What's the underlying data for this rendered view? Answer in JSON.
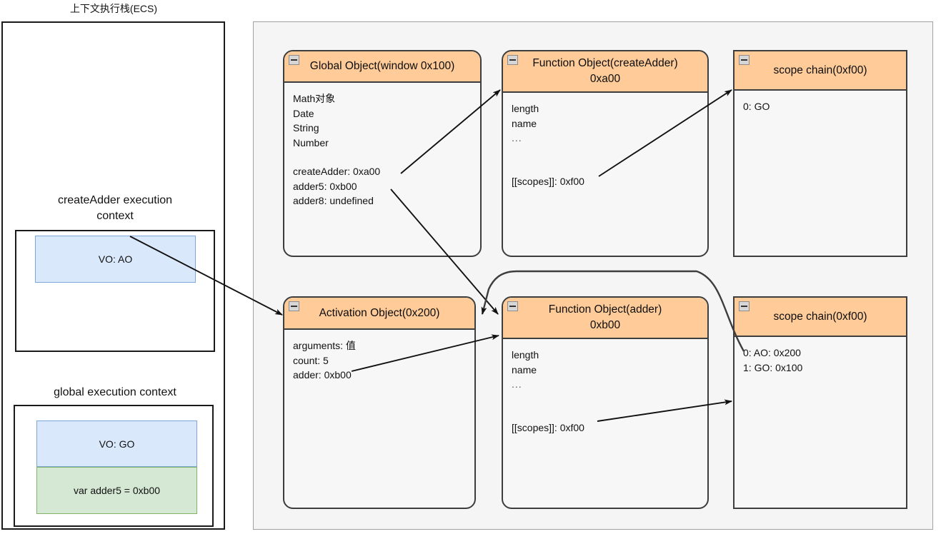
{
  "diagram": {
    "title": "上下文执行栈(ECS)",
    "accent_header_color": "#ffcc99",
    "panel_background": "#f5f5f5",
    "vo_blue_color": "#dae8fc",
    "vo_green_color": "#d5e8d4"
  },
  "ecs": {
    "title": "上下文执行栈(ECS)",
    "contexts": [
      {
        "label": "createAdder execution\ncontext",
        "label_line1": "createAdder execution",
        "label_line2": "context",
        "slots": [
          {
            "text": "VO: AO",
            "color": "#dae8fc"
          }
        ]
      },
      {
        "label": "global execution context",
        "slots": [
          {
            "text": "VO: GO",
            "color": "#dae8fc"
          },
          {
            "text": "var adder5 = 0xb00",
            "color": "#d5e8d4"
          }
        ]
      }
    ]
  },
  "memory": {
    "cards": [
      {
        "id": "global-object",
        "title": "Global Object(window 0x100)",
        "collapse_icon": "minus-icon",
        "rows": [
          "Math对象",
          "Date",
          "String",
          "Number",
          "",
          "createAdder: 0xa00",
          "adder5: 0xb00",
          "adder8: undefined"
        ]
      },
      {
        "id": "function-object-createadder",
        "title_line1": "Function Object(createAdder)",
        "title_line2": "0xa00",
        "collapse_icon": "minus-icon",
        "rows": [
          "length",
          "name",
          "...",
          "",
          "",
          "[[scopes]]: 0xf00"
        ]
      },
      {
        "id": "scope-chain-top",
        "title": "scope chain(0xf00)",
        "collapse_icon": "minus-icon",
        "rows": [
          "0: GO"
        ]
      },
      {
        "id": "activation-object",
        "title": "Activation Object(0x200)",
        "collapse_icon": "minus-icon",
        "rows": [
          "arguments: 值",
          "count: 5",
          "adder: 0xb00"
        ]
      },
      {
        "id": "function-object-adder",
        "title_line1": "Function Object(adder)",
        "title_line2": "0xb00",
        "collapse_icon": "minus-icon",
        "rows": [
          "length",
          "name",
          "...",
          "",
          "",
          "[[scopes]]: 0xf00"
        ]
      },
      {
        "id": "scope-chain-bottom",
        "title": "scope chain(0xf00)",
        "collapse_icon": "minus-icon",
        "rows": [
          "0: AO: 0x200",
          "1: GO: 0x100"
        ]
      }
    ]
  },
  "cards": {
    "global_object": {
      "title": "Global Object(window 0x100)",
      "row_0": "Math对象",
      "row_1": "Date",
      "row_2": "String",
      "row_3": "Number",
      "row_4": "createAdder: 0xa00",
      "row_5": "adder5: 0xb00",
      "row_6": "adder8: undefined"
    },
    "func_createadder": {
      "title_line1": "Function Object(createAdder)",
      "title_line2": "0xa00",
      "row_0": "length",
      "row_1": "name",
      "row_2": "...",
      "row_3": "[[scopes]]: 0xf00"
    },
    "scope_top": {
      "title": "scope chain(0xf00)",
      "row_0": "0: GO"
    },
    "activation": {
      "title": "Activation Object(0x200)",
      "row_0": "arguments: 值",
      "row_1": "count: 5",
      "row_2": "adder: 0xb00"
    },
    "func_adder": {
      "title_line1": "Function Object(adder)",
      "title_line2": "0xb00",
      "row_0": "length",
      "row_1": "name",
      "row_2": "...",
      "row_3": "[[scopes]]: 0xf00"
    },
    "scope_bottom": {
      "title": "scope chain(0xf00)",
      "row_0": "0: AO: 0x200",
      "row_1": "1: GO: 0x100"
    }
  },
  "contexts": {
    "createadder": {
      "label_line1": "createAdder execution",
      "label_line2": "context",
      "vo": "VO: AO"
    },
    "global": {
      "label": "global execution context",
      "vo": "VO: GO",
      "var": "var adder5 = 0xb00"
    }
  }
}
